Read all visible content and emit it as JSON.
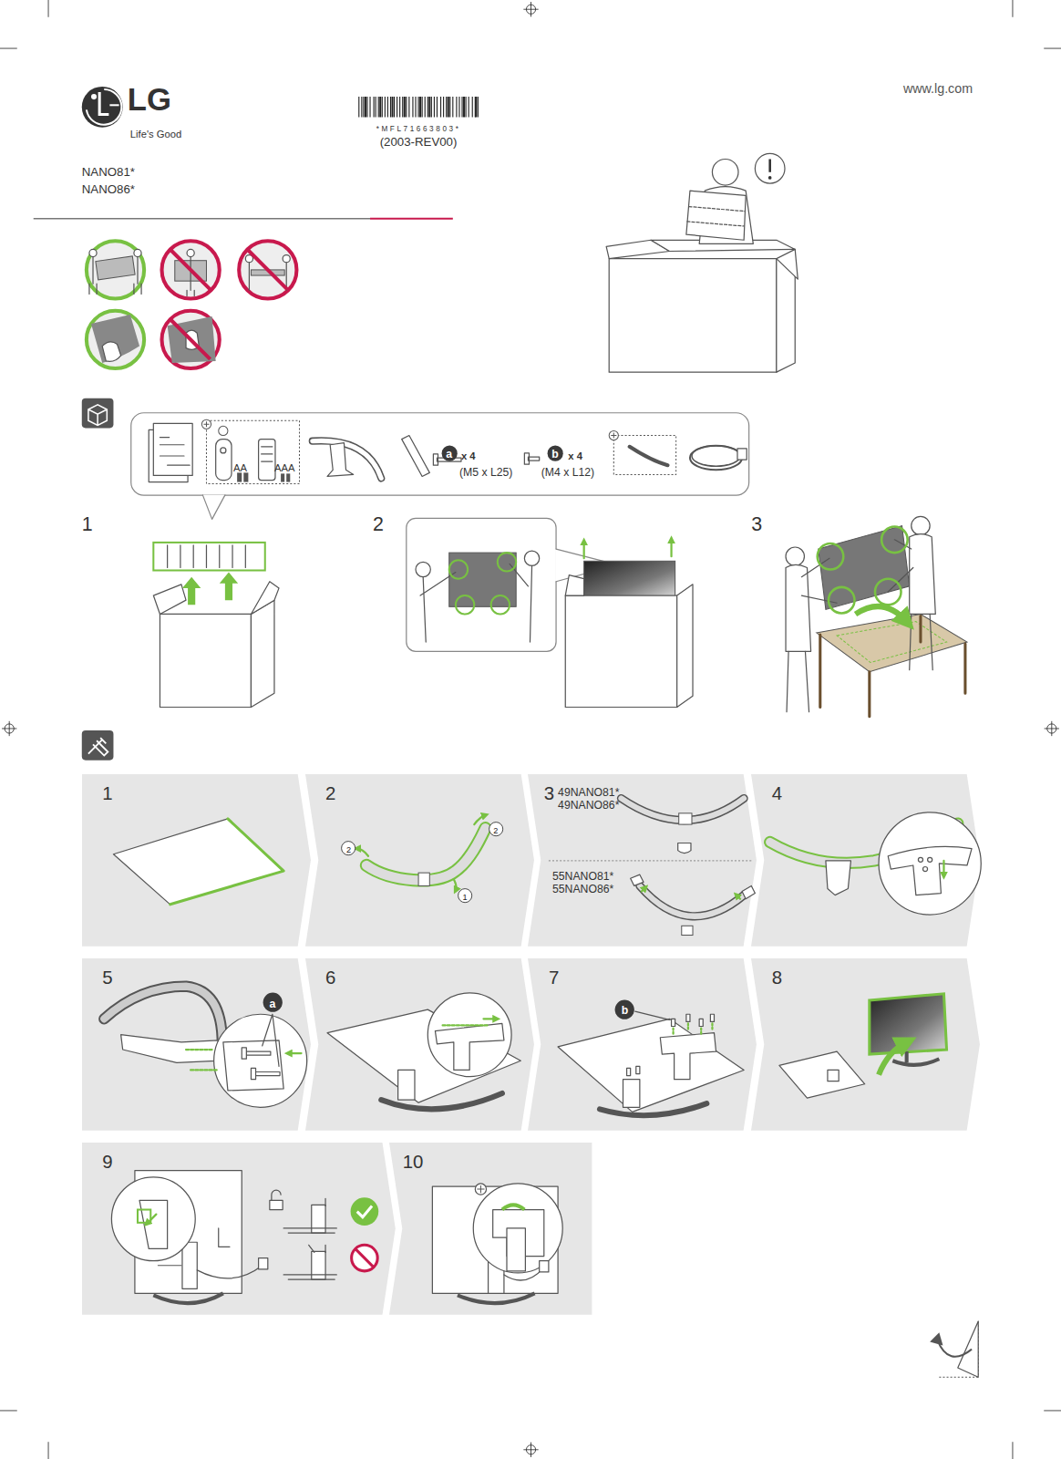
{
  "diagram": {
    "nodes": [
      {
        "text": [
          "AA",
          "AAA",
          "x 4",
          "(M5 x L25)",
          "x 4",
          "(M4 x L12)"
        ]
      },
      {
        "text": [
          "a"
        ],
        "in": 0
      },
      {
        "text": [
          "b"
        ],
        "in": 0
      },
      {
        "text": [
          "1"
        ]
      },
      {
        "text": [
          "2"
        ]
      },
      {
        "text": [
          "2"
        ],
        "in": 4
      },
      {
        "text": [
          "2"
        ],
        "in": 4
      },
      {
        "text": [
          "1"
        ],
        "in": 4
      },
      {
        "text": [
          "3",
          "49NANO81* 49NANO86*",
          "55NANO81* 55NANO86*"
        ]
      },
      {
        "text": [
          "4"
        ]
      },
      {
        "text": [
          "5"
        ]
      },
      {
        "text": [
          "a"
        ],
        "in": 10
      },
      {
        "text": [
          "6"
        ]
      },
      {
        "text": [
          "7"
        ]
      },
      {
        "text": [
          "b"
        ],
        "in": 13
      },
      {
        "text": [
          "8"
        ]
      },
      {
        "text": [
          "9"
        ]
      },
      {
        "text": [
          "10"
        ]
      }
    ],
    "labels": [
      "LG",
      "Life's Good",
      "*MFL71663803*",
      "(2003-REV00)",
      "www.lg.com",
      "NANO81*",
      "NANO86*",
      "1",
      "2",
      "3"
    ]
  }
}
